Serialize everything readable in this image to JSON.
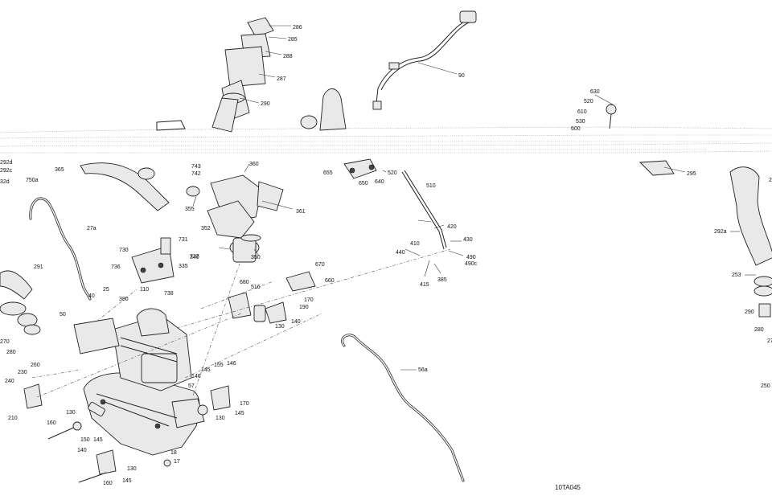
{
  "diagram_code": "10TA045",
  "callouts": [
    "286",
    "285",
    "288",
    "287",
    "290",
    "90",
    "630",
    "520",
    "610",
    "530",
    "600",
    "292d",
    "292c",
    "32d",
    "365",
    "743",
    "742",
    "360",
    "655",
    "650",
    "640",
    "520",
    "510",
    "295",
    "750a",
    "355",
    "361",
    "27a",
    "352",
    "731",
    "730",
    "340",
    "350",
    "737",
    "736",
    "335",
    "110",
    "738",
    "380",
    "420",
    "410",
    "430",
    "440",
    "490",
    "490c",
    "415",
    "385",
    "292a",
    "291",
    "670",
    "660",
    "680",
    "516",
    "170",
    "190",
    "140",
    "130",
    "25",
    "40",
    "50",
    "280",
    "270",
    "240",
    "230",
    "260",
    "210",
    "160",
    "130",
    "150",
    "145",
    "140",
    "130",
    "18",
    "17",
    "160",
    "145",
    "146",
    "145",
    "155",
    "146",
    "57",
    "170",
    "145",
    "130",
    "56a",
    "253",
    "290",
    "280",
    "27",
    "250",
    "2"
  ]
}
